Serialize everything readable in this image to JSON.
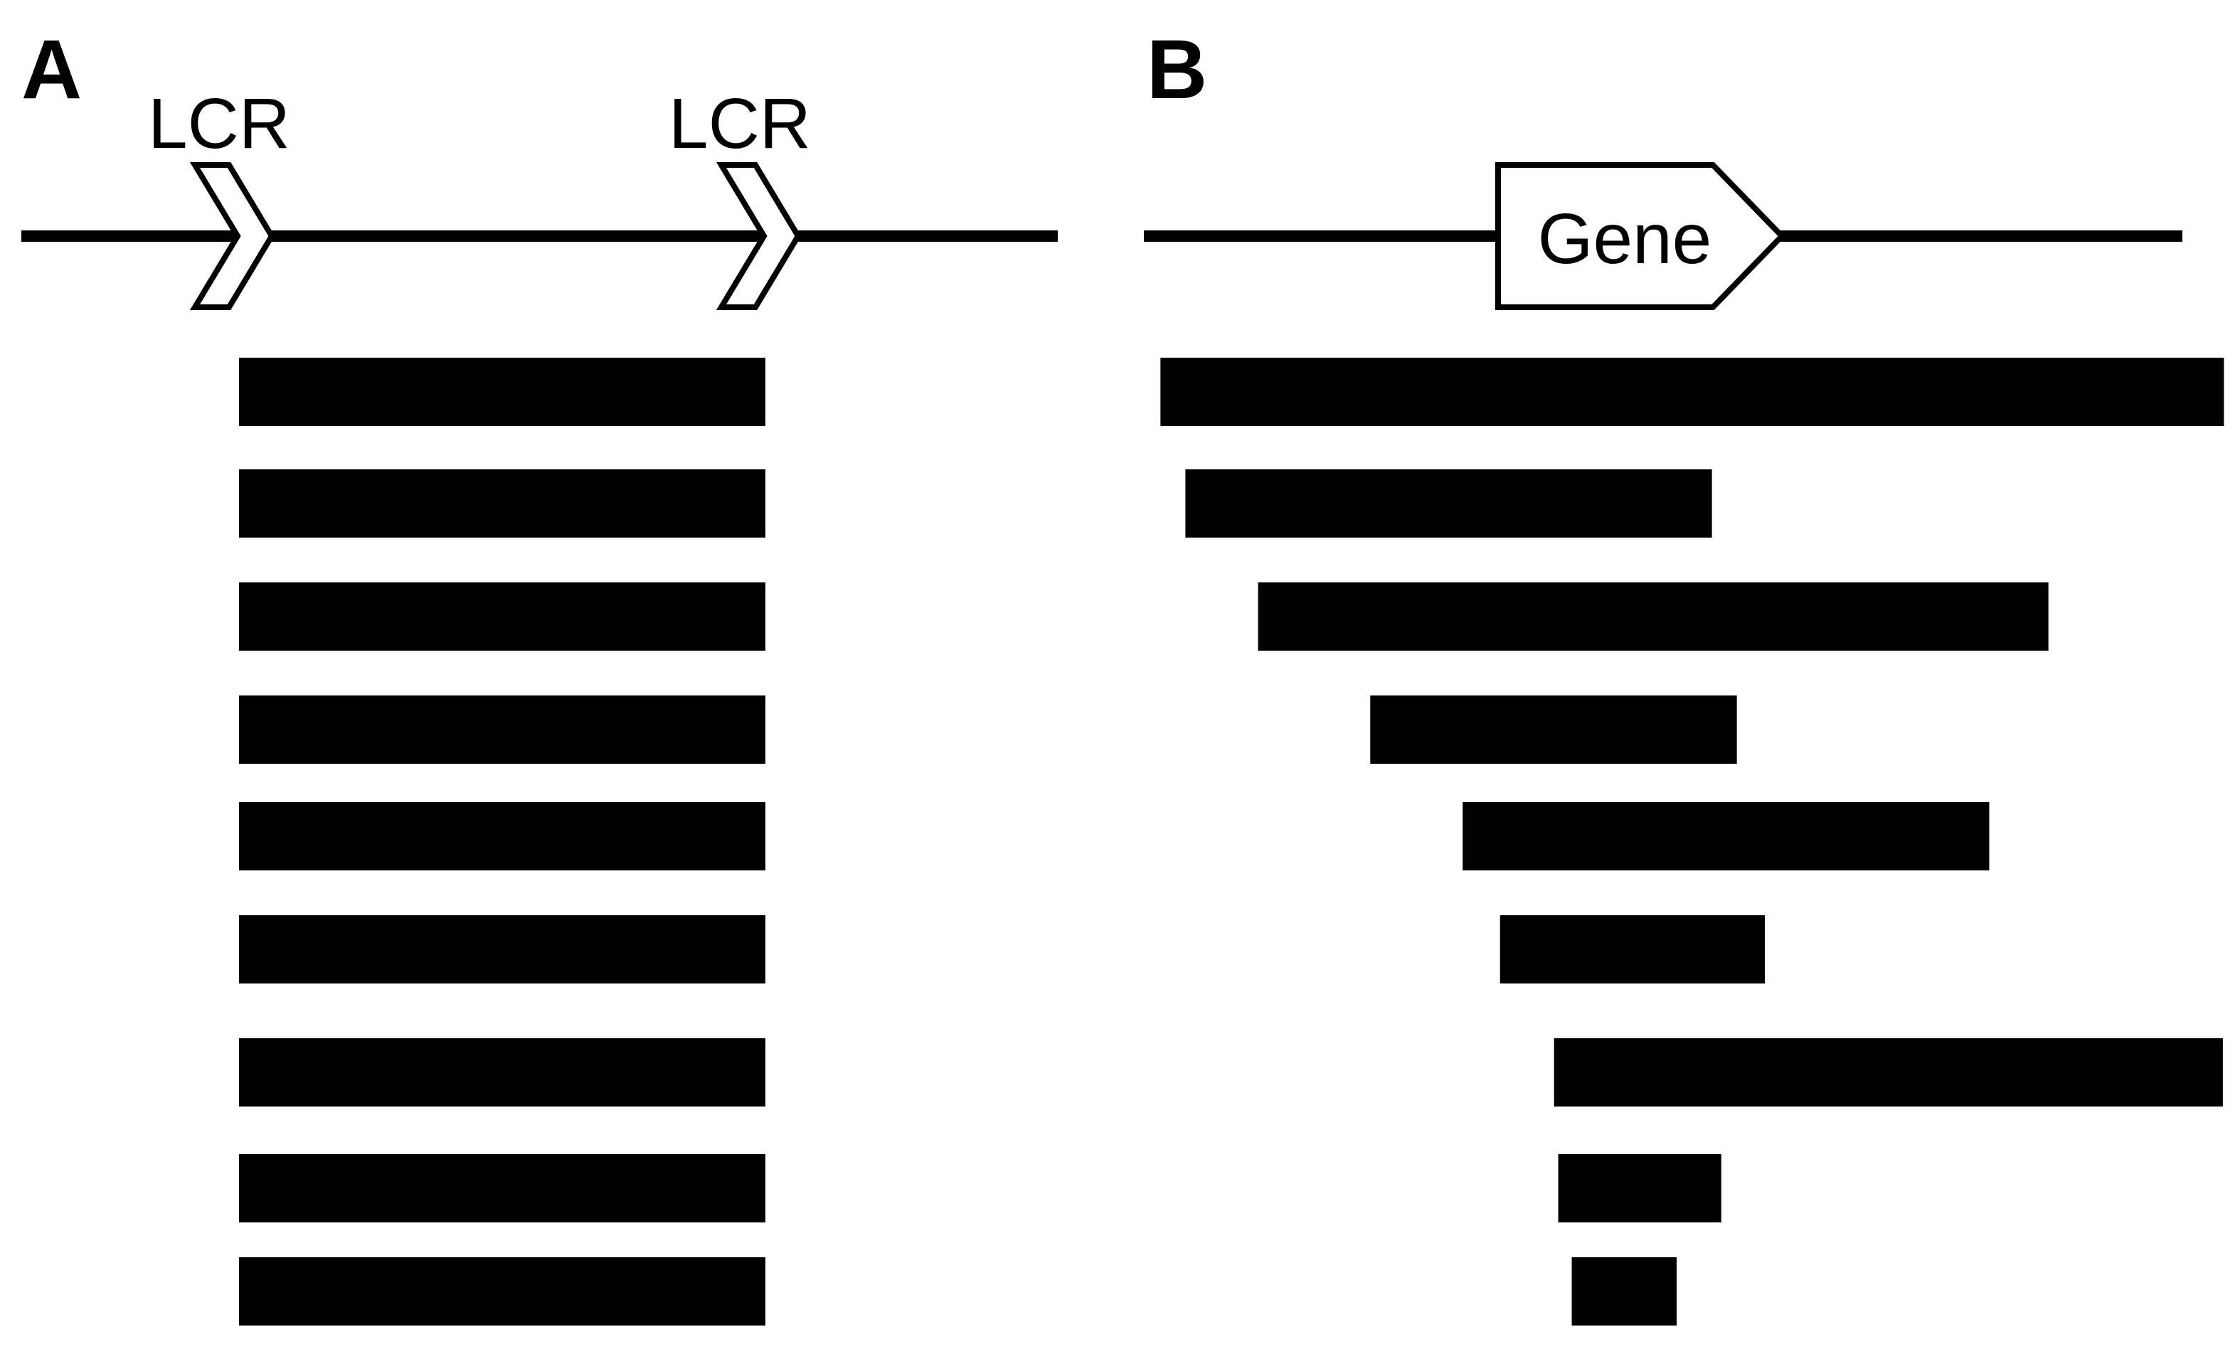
{
  "panel_a": {
    "letter": "A",
    "lcr_labels": [
      "LCR",
      "LCR"
    ],
    "segments": [
      {
        "start": 0,
        "end": 1
      },
      {
        "start": 0,
        "end": 1
      },
      {
        "start": 0,
        "end": 1
      },
      {
        "start": 0,
        "end": 1
      },
      {
        "start": 0,
        "end": 1
      },
      {
        "start": 0,
        "end": 1
      },
      {
        "start": 0,
        "end": 1
      },
      {
        "start": 0,
        "end": 1
      },
      {
        "start": 0,
        "end": 1
      }
    ]
  },
  "panel_b": {
    "letter": "B",
    "gene_label": "Gene",
    "segments": [
      {
        "start": 0.016,
        "end": 1.04
      },
      {
        "start": 0.04,
        "end": 0.547
      },
      {
        "start": 0.11,
        "end": 0.871
      },
      {
        "start": 0.218,
        "end": 0.571
      },
      {
        "start": 0.307,
        "end": 0.814
      },
      {
        "start": 0.343,
        "end": 0.598
      },
      {
        "start": 0.395,
        "end": 1.039
      },
      {
        "start": 0.399,
        "end": 0.556
      },
      {
        "start": 0.412,
        "end": 0.513
      }
    ]
  },
  "colors": {
    "ink": "#000000",
    "background": "#ffffff"
  }
}
